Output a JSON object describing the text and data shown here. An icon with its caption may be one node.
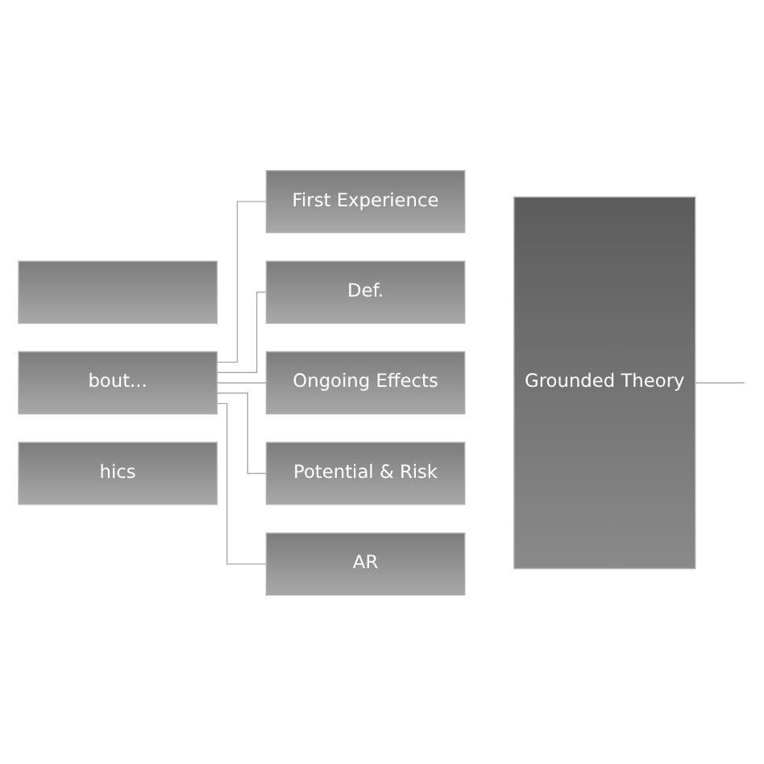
{
  "diagram": {
    "nodes": [
      {
        "text": [],
        "shape": "box"
      },
      {
        "text": [
          "bout..."
        ]
      },
      {
        "text": [
          "hics"
        ]
      },
      {
        "text": [
          "First Experience"
        ]
      },
      {
        "text": [
          "Def."
        ]
      },
      {
        "text": [
          "Ongoing Effects"
        ]
      },
      {
        "text": [
          "Potential & Risk"
        ]
      },
      {
        "text": [
          "AR"
        ]
      },
      {
        "text": [
          "Grounded Theory"
        ]
      }
    ],
    "edges": [
      {
        "from": 1,
        "to": 3,
        "arrow": "none"
      },
      {
        "from": 1,
        "to": 4,
        "arrow": "none"
      },
      {
        "from": 1,
        "to": 5,
        "arrow": "none"
      },
      {
        "from": 1,
        "to": 6,
        "arrow": "none"
      },
      {
        "from": 1,
        "to": 7,
        "arrow": "none"
      },
      {
        "from": 8,
        "to": null,
        "arrow": "none"
      }
    ]
  }
}
